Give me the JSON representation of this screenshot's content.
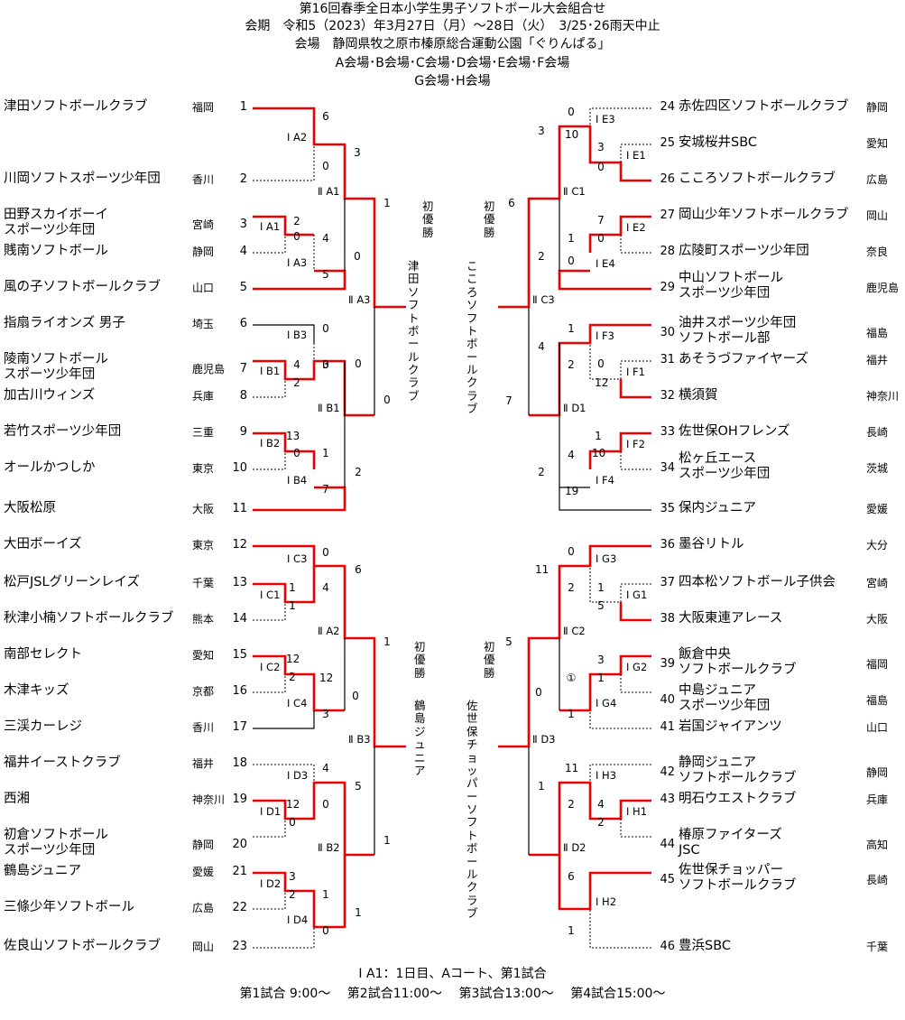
{
  "header": {
    "title": "第16回春季全日本小学生男子ソフトボール大会組合せ",
    "period": "会期　令和5（2023）年3月27日（月）～28日（火）　3/25･26雨天中止",
    "venue": "会場　静岡県牧之原市榛原総合運動公園「ぐりんぱる」",
    "courts1": "A会場･B会場･C会場･D会場･E会場･F会場",
    "courts2": "G会場･H会場"
  },
  "teams": [
    {
      "no": "1",
      "name": "津田ソフトボールクラブ",
      "pref": "福岡"
    },
    {
      "no": "2",
      "name": "川岡ソフトスポーツ少年団",
      "pref": "香川"
    },
    {
      "no": "3",
      "name": "田野スカイボーイ\nスポーツ少年団",
      "pref": "宮崎"
    },
    {
      "no": "4",
      "name": "賎南ソフトボール",
      "pref": "静岡"
    },
    {
      "no": "5",
      "name": "風の子ソフトボールクラブ",
      "pref": "山口"
    },
    {
      "no": "6",
      "name": "指扇ライオンズ 男子",
      "pref": "埼玉"
    },
    {
      "no": "7",
      "name": "陵南ソフトボール\nスポーツ少年団",
      "pref": "鹿児島"
    },
    {
      "no": "8",
      "name": "加古川ウィンズ",
      "pref": "兵庫"
    },
    {
      "no": "9",
      "name": "若竹スポーツ少年団",
      "pref": "三重"
    },
    {
      "no": "10",
      "name": "オールかつしか",
      "pref": "東京"
    },
    {
      "no": "11",
      "name": "大阪松原",
      "pref": "大阪"
    },
    {
      "no": "12",
      "name": "大田ボーイズ",
      "pref": "東京"
    },
    {
      "no": "13",
      "name": "松戸JSLグリーンレイズ",
      "pref": "千葉"
    },
    {
      "no": "14",
      "name": "秋津小楠ソフトボールクラブ",
      "pref": "熊本"
    },
    {
      "no": "15",
      "name": "南部セレクト",
      "pref": "愛知"
    },
    {
      "no": "16",
      "name": "木津キッズ",
      "pref": "京都"
    },
    {
      "no": "17",
      "name": "三渓カーレジ",
      "pref": "香川"
    },
    {
      "no": "18",
      "name": "福井イーストクラブ",
      "pref": "福井"
    },
    {
      "no": "19",
      "name": "西湘",
      "pref": "神奈川"
    },
    {
      "no": "20",
      "name": "初倉ソフトボール\nスポーツ少年団",
      "pref": "静岡"
    },
    {
      "no": "21",
      "name": "鶴島ジュニア",
      "pref": "愛媛"
    },
    {
      "no": "22",
      "name": "三條少年ソフトボール",
      "pref": "広島"
    },
    {
      "no": "23",
      "name": "佐良山ソフトボールクラブ",
      "pref": "岡山"
    },
    {
      "no": "24",
      "name": "赤佐四区ソフトボールクラブ",
      "pref": "静岡"
    },
    {
      "no": "25",
      "name": "安城桜井SBC",
      "pref": "愛知"
    },
    {
      "no": "26",
      "name": "こころソフトボールクラブ",
      "pref": "広島"
    },
    {
      "no": "27",
      "name": "岡山少年ソフトボールクラブ",
      "pref": "岡山"
    },
    {
      "no": "28",
      "name": "広陵町スポーツ少年団",
      "pref": "奈良"
    },
    {
      "no": "29",
      "name": "中山ソフトボール\nスポーツ少年団",
      "pref": "鹿児島"
    },
    {
      "no": "30",
      "name": "油井スポーツ少年団\nソフトボール部",
      "pref": "福島"
    },
    {
      "no": "31",
      "name": "あそうづファイヤーズ",
      "pref": "福井"
    },
    {
      "no": "32",
      "name": "横須賀",
      "pref": "神奈川"
    },
    {
      "no": "33",
      "name": "佐世保OHフレンズ",
      "pref": "長崎"
    },
    {
      "no": "34",
      "name": "松ヶ丘エース\nスポーツ少年団",
      "pref": "茨城"
    },
    {
      "no": "35",
      "name": "保内ジュニア",
      "pref": "愛媛"
    },
    {
      "no": "36",
      "name": "墨谷リトル",
      "pref": "大分"
    },
    {
      "no": "37",
      "name": "四本松ソフトボール子供会",
      "pref": "宮崎"
    },
    {
      "no": "38",
      "name": "大阪東連アレース",
      "pref": "大阪"
    },
    {
      "no": "39",
      "name": "飯倉中央\nソフトボールクラブ",
      "pref": "福岡"
    },
    {
      "no": "40",
      "name": "中島ジュニア\nスポーツ少年団",
      "pref": "福島"
    },
    {
      "no": "41",
      "name": "岩国ジャイアンツ",
      "pref": "山口"
    },
    {
      "no": "42",
      "name": "静岡ジュニア\nソフトボールクラブ",
      "pref": "静岡"
    },
    {
      "no": "43",
      "name": "明石ウエストクラブ",
      "pref": "兵庫"
    },
    {
      "no": "44",
      "name": "椿原ファイターズ\nJSC",
      "pref": "高知"
    },
    {
      "no": "45",
      "name": "佐世保チョッパー\nソフトボールクラブ",
      "pref": "長崎"
    },
    {
      "no": "46",
      "name": "豊浜SBC",
      "pref": "千葉"
    }
  ],
  "scores": [
    "6",
    "0",
    "3",
    "2",
    "0",
    "4",
    "5",
    "0",
    "1",
    "0",
    "0",
    "3",
    "4",
    "2",
    "0",
    "13",
    "0",
    "1",
    "7",
    "2",
    "0",
    "0",
    "10",
    "3",
    "3",
    "0",
    "1",
    "0",
    "2",
    "7",
    "0",
    "6",
    "1",
    "2",
    "4",
    "0",
    "12",
    "1",
    "10",
    "4",
    "19",
    "2",
    "7",
    "0",
    "4",
    "6",
    "1",
    "1",
    "12",
    "2",
    "12",
    "3",
    "0",
    "1",
    "4",
    "0",
    "5",
    "12",
    "0",
    "3",
    "2",
    "1",
    "0",
    "1",
    "1",
    "0",
    "2",
    "11",
    "1",
    "5",
    "3",
    "1",
    "①",
    "0",
    "1",
    "5",
    "11",
    "2",
    "1",
    "4",
    "2",
    "6",
    "1"
  ],
  "match_labels": [
    "Ⅰ A2",
    "Ⅰ A1",
    "Ⅰ A3",
    "Ⅱ A1",
    "Ⅰ B3",
    "Ⅰ B1",
    "Ⅰ B2",
    "Ⅰ B4",
    "Ⅱ B1",
    "Ⅱ A3",
    "Ⅰ E3",
    "Ⅰ E1",
    "Ⅰ E2",
    "Ⅰ E4",
    "Ⅱ C1",
    "Ⅰ F3",
    "Ⅰ F1",
    "Ⅰ F2",
    "Ⅰ F4",
    "Ⅱ D1",
    "Ⅱ C3",
    "Ⅰ C3",
    "Ⅰ C1",
    "Ⅰ C2",
    "Ⅰ C4",
    "Ⅱ A2",
    "Ⅰ D3",
    "Ⅰ D1",
    "Ⅰ D2",
    "Ⅰ D4",
    "Ⅱ B2",
    "Ⅱ B3",
    "Ⅰ G3",
    "Ⅰ G1",
    "Ⅰ G2",
    "Ⅰ G4",
    "Ⅱ C2",
    "Ⅰ H3",
    "Ⅰ H1",
    "Ⅰ H2",
    "Ⅱ D2",
    "Ⅱ D3"
  ],
  "finals": [
    {
      "champion": "初\n優\n勝",
      "team": "津\n田\nソ\nフ\nト\nボ\nー\nル\nク\nラ\nブ"
    },
    {
      "champion": "初\n優\n勝",
      "team": "こ\nこ\nろ\nソ\nフ\nト\nボ\nー\nル\nク\nラ\nブ"
    },
    {
      "champion": "初\n優\n勝",
      "team": "鶴\n島\nジ\nュ\nニ\nア"
    },
    {
      "champion": "初\n優\n勝",
      "team": "佐\n世\n保\nチ\nョ\nッ\nパ\nー\nソ\nフ\nト\nボ\nー\nル\nク\nラ\nブ"
    }
  ],
  "footer": {
    "legend": "Ⅰ A1：1日目、Aコート、第1試合",
    "times": "第1試合  9:00～　 第2試合11:00～　 第3試合13:00～　 第4試合15:00～"
  }
}
